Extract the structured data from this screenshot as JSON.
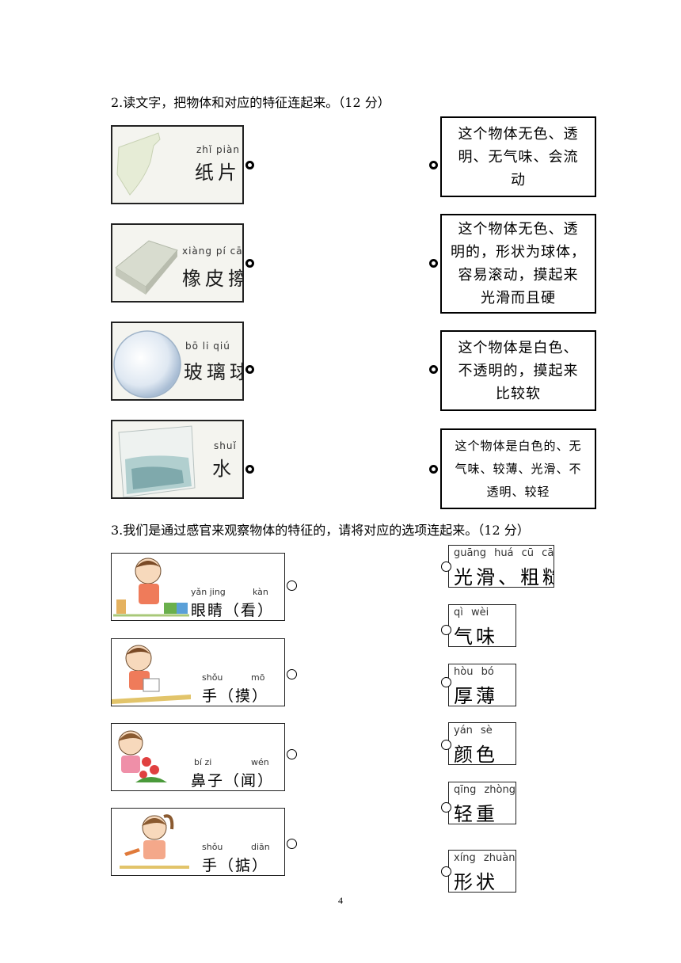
{
  "section2": {
    "heading": "2.读文字，把物体和对应的特征连起来。（12 分）",
    "items": [
      {
        "pinyin": "zhǐ  piàn",
        "hanzi": "纸片"
      },
      {
        "pinyin": "xiàng  pí  cā",
        "hanzi": "橡皮擦"
      },
      {
        "pinyin": "bō  li  qiú",
        "hanzi": "玻璃球"
      },
      {
        "pinyin": "shuǐ",
        "hanzi": "水"
      }
    ],
    "features": [
      {
        "lines": [
          "这个物体无色、透",
          "明、无气味、会流",
          "动"
        ]
      },
      {
        "lines": [
          "这个物体无色、透",
          "明的，形状为球体，",
          "容易滚动，摸起来",
          "光滑而且硬"
        ]
      },
      {
        "lines": [
          "这个物体是白色、",
          "不透明的，摸起来",
          "比较软"
        ]
      },
      {
        "lines": [
          "这个物体是白色的、无",
          "气味、较薄、光滑、不",
          "透明、较轻"
        ]
      }
    ]
  },
  "section3": {
    "heading": "3.我们是通过感官来观察物体的特征的，请将对应的选项连起来。（12 分）",
    "senses": [
      {
        "pinyin1": "yǎn jing",
        "pinyin2": "kàn",
        "hanzi": "眼睛（看）"
      },
      {
        "pinyin1": "shǒu",
        "pinyin2": "mō",
        "hanzi": "手（摸）"
      },
      {
        "pinyin1": "bí  zi",
        "pinyin2": "wén",
        "hanzi": "鼻子（闻）"
      },
      {
        "pinyin1": "shǒu",
        "pinyin2": "diān",
        "hanzi": "手（掂）"
      }
    ],
    "options": [
      {
        "pinyin": "guāng huá   cū cāo",
        "hanzi": "光滑、粗糙"
      },
      {
        "pinyin": "qì  wèi",
        "hanzi": "气味"
      },
      {
        "pinyin": "hòu  bó",
        "hanzi": "厚薄"
      },
      {
        "pinyin": "yán  sè",
        "hanzi": "颜色"
      },
      {
        "pinyin": "qīng zhòng",
        "hanzi": "轻重"
      },
      {
        "pinyin": "xíng zhuàng",
        "hanzi": "形状"
      }
    ]
  },
  "page_number": "4"
}
